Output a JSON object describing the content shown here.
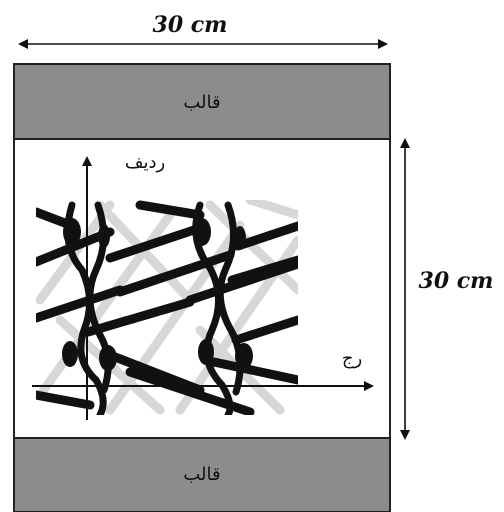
{
  "dimensions": {
    "width_label": "30 cm",
    "height_label": "30 cm"
  },
  "mold": {
    "top_label": "قالب",
    "bottom_label": "قالب"
  },
  "axes": {
    "vertical_label": "ردیف",
    "horizontal_label": "رج"
  },
  "colors": {
    "mold_fill": "#8c8c8c",
    "frame": "#222222",
    "strand_dark": "#111111",
    "strand_light": "#d7d7d7"
  }
}
